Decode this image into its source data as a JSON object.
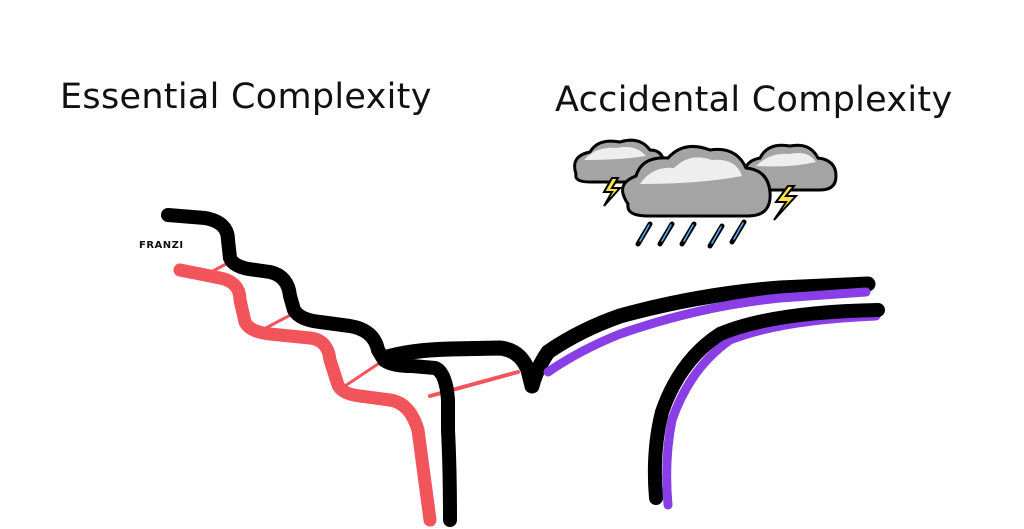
{
  "labels": {
    "essential": "Essential Complexity",
    "accidental": "Accidental Complexity"
  },
  "signature": "FRANZI",
  "icons": {
    "storm": "storm-cloud-icon",
    "lightning": "lightning-icon",
    "rain": "rain-icon"
  },
  "colors": {
    "line": "#000000",
    "essential_shadow": "#f2545b",
    "accidental_shadow": "#8a3ee6",
    "cloud_fill": "#a4a4a4",
    "cloud_top": "#eeeeee",
    "lightning": "#ffe14a",
    "rain": "#5ab2ff"
  }
}
